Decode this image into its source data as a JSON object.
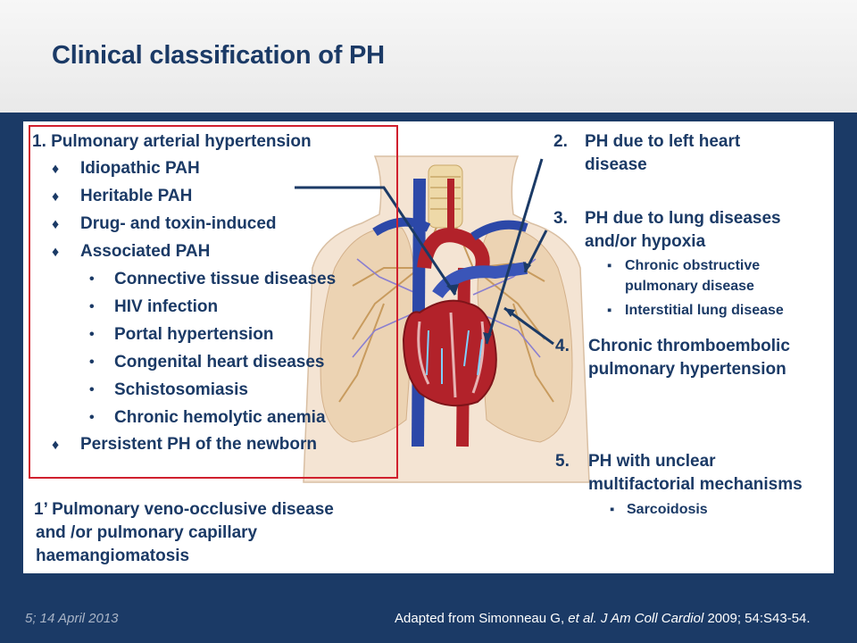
{
  "title": "Clinical classification of PH",
  "group1": {
    "heading": "1.  Pulmonary arterial hypertension",
    "items": [
      "Idiopathic PAH",
      "Heritable PAH",
      "Drug- and toxin-induced",
      "Associated PAH"
    ],
    "subitems": [
      "Connective tissue diseases",
      "HIV infection",
      "Portal hypertension",
      "Congenital heart diseases",
      "Schistosomiasis",
      "Chronic hemolytic anemia"
    ],
    "last": "Persistent PH of the newborn",
    "diamond": "♦",
    "bullet": "•"
  },
  "group1prime": [
    "1’ Pulmonary veno-occlusive disease",
    " and /or pulmonary capillary",
    " haemangiomatosis"
  ],
  "group2": {
    "num": "2.",
    "lines": [
      "PH due to left heart",
      "disease"
    ]
  },
  "group3": {
    "num": "3.",
    "lines": [
      "PH due to lung diseases",
      "and/or hypoxia"
    ],
    "bullets": [
      "Chronic obstructive",
      "pulmonary disease",
      "Interstitial lung disease"
    ]
  },
  "group4": {
    "num": "4.",
    "lines": [
      "Chronic thromboembolic",
      "pulmonary hypertension"
    ]
  },
  "group5": {
    "num": "5.",
    "lines": [
      "PH with unclear",
      "multifactorial mechanisms"
    ],
    "bullets": [
      "Sarcoidosis"
    ]
  },
  "square": "▪",
  "footer": {
    "slide": "5;   14 April 2013",
    "ref_a": "Adapted from Simonneau G, ",
    "ref_b": "et al. J Am Coll Cardiol",
    "ref_c": " 2009; 54:S43-54."
  },
  "colors": {
    "navy": "#1b3a66",
    "red": "#d0202e",
    "heart": "#b2222a",
    "vein": "#2c48a8",
    "lung": "#e9d2b4"
  }
}
